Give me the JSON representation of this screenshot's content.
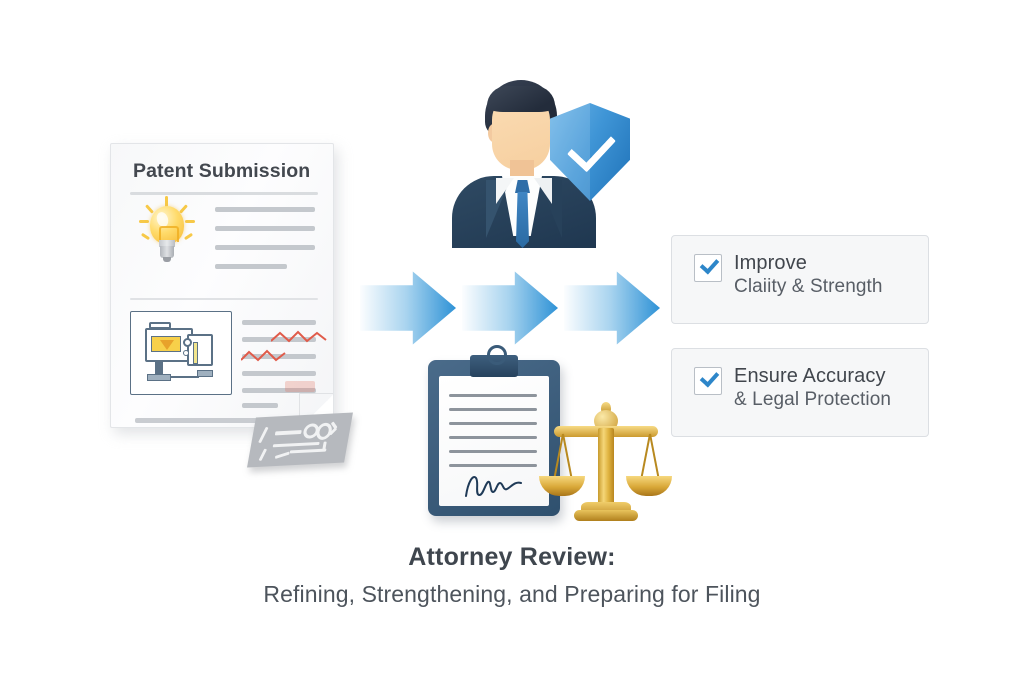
{
  "background_color": "#ffffff",
  "document": {
    "title": "Patent Submission",
    "icons": {
      "bulb": "lightbulb-icon",
      "diagram": "machine-diagram-icon",
      "pencil": "pencil-icon",
      "tag": "code-tag-icon"
    }
  },
  "attorney": {
    "figure": "attorney-avatar",
    "badge": "shield-check-icon"
  },
  "arrows": {
    "count": 3,
    "color": "#2e92d6",
    "direction": "right"
  },
  "clipboard": {
    "icon": "clipboard-signed-icon",
    "signature": "signature-mark"
  },
  "scales": {
    "icon": "scales-of-justice-icon",
    "color": "#d9a838"
  },
  "cards": [
    {
      "id": "improve",
      "checked": true,
      "line1": "Improve",
      "line2": "Claiity & Strength"
    },
    {
      "id": "ensure-accuracy",
      "checked": true,
      "line1": "Ensure Accuracy",
      "line2": "& Legal Protection"
    }
  ],
  "caption": {
    "title": "Attorney Review:",
    "subtitle": "Refining, Strengthening, and Preparing for Filing"
  },
  "colors": {
    "accent_blue": "#2d86c9",
    "suit_navy": "#2f4a63",
    "gold": "#d9a838",
    "text_dark": "#3f464e",
    "card_bg": "#f6f7f8"
  }
}
